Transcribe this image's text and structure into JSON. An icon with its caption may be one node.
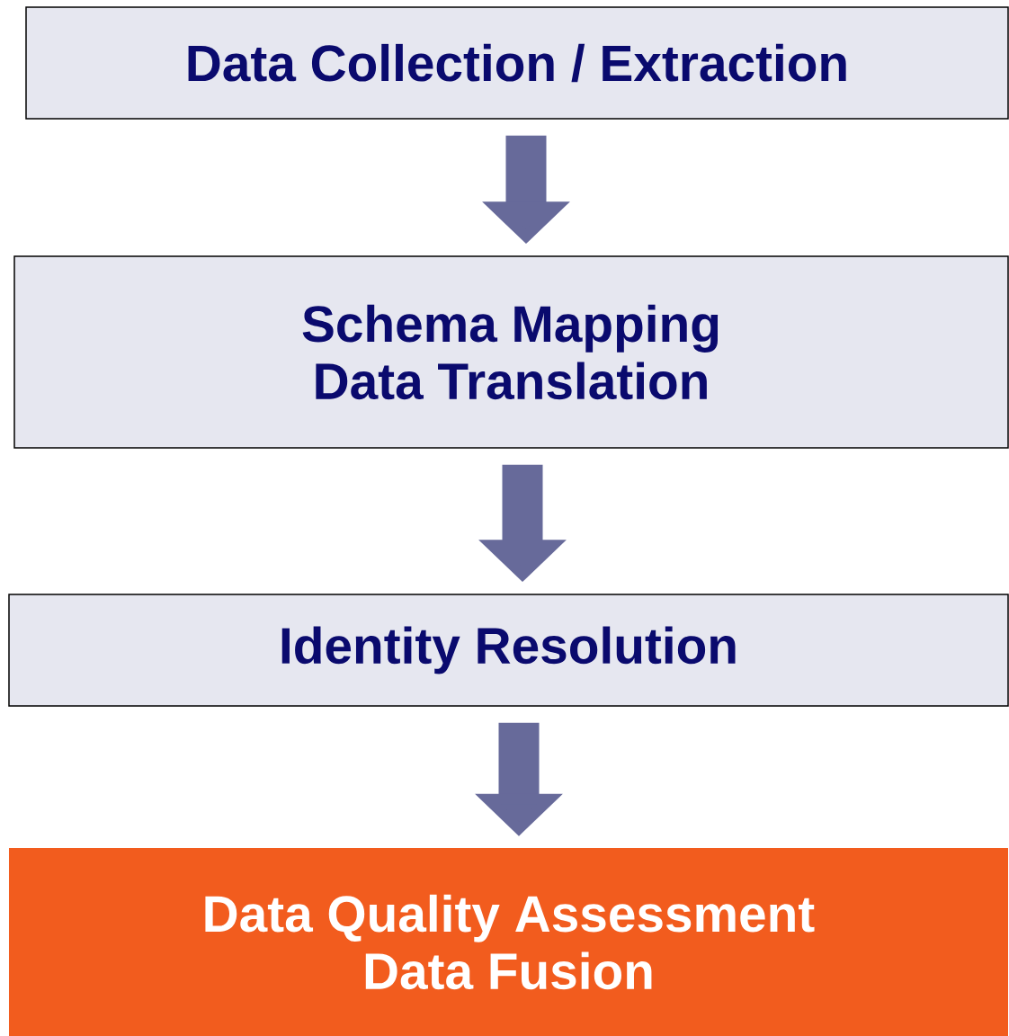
{
  "diagram": {
    "nodes": [
      {
        "text": [
          "Data Collection / Extraction"
        ]
      },
      {
        "text": [
          "Schema Mapping",
          "Data Translation"
        ]
      },
      {
        "text": [
          "Identity Resolution"
        ]
      },
      {
        "text": [
          "Data Quality Assessment",
          "Data Fusion"
        ]
      }
    ],
    "edges": [
      {
        "from": 0,
        "to": 1,
        "arrow": "to"
      },
      {
        "from": 1,
        "to": 2,
        "arrow": "to"
      },
      {
        "from": 2,
        "to": 3,
        "arrow": "to"
      }
    ]
  }
}
